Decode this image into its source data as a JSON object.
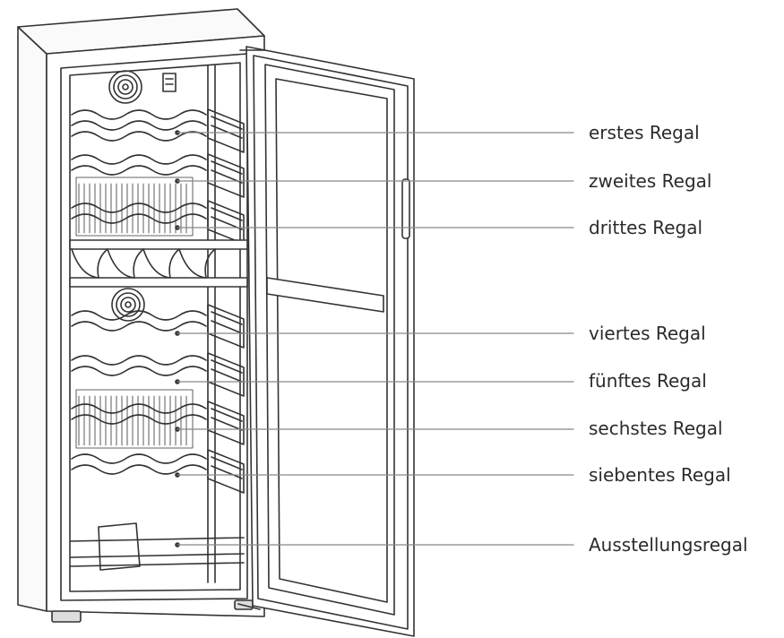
{
  "labels": [
    "erstes Regal",
    "zweites Regal",
    "drittes Regal",
    "viertes Regal",
    "fünftes Regal",
    "sechstes Regal",
    "siebentes Regal",
    "Ausstellungsregal"
  ]
}
